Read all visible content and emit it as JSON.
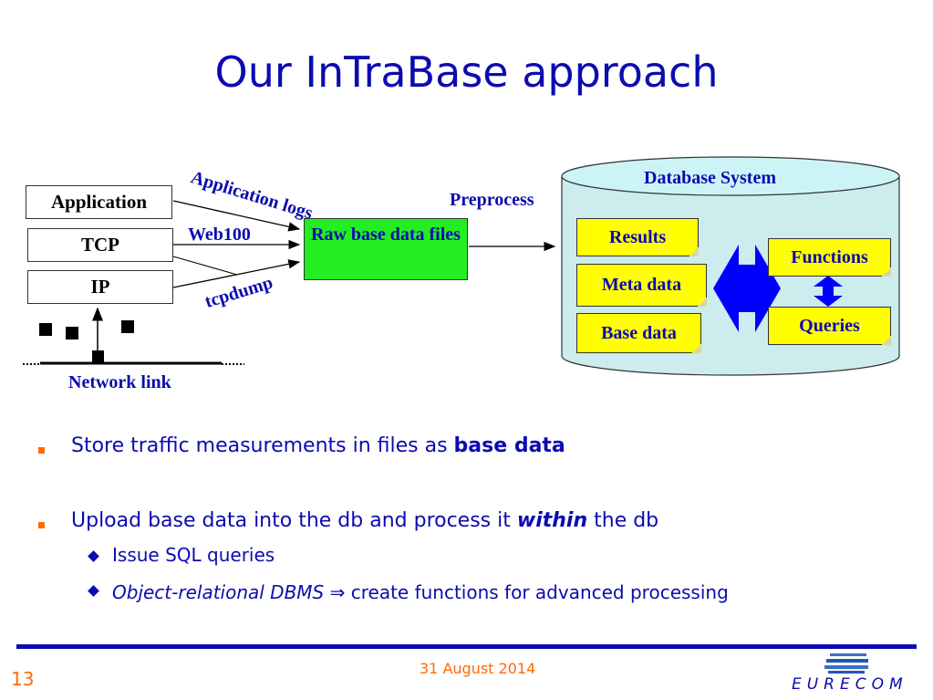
{
  "slide": {
    "title": "Our InTraBase approach",
    "page_number": "13",
    "date": "31 August 2014",
    "logo": "EURECOM"
  },
  "diagram": {
    "stack": [
      "Application",
      "TCP",
      "IP"
    ],
    "network_link": "Network link",
    "arrow_labels": {
      "application_logs": "Application logs",
      "web100": "Web100",
      "tcpdump": "tcpdump",
      "preprocess": "Preprocess"
    },
    "raw_files": "Raw base data files",
    "database": {
      "title": "Database System",
      "left_items": [
        "Results",
        "Meta data",
        "Base data"
      ],
      "right_items": [
        "Functions",
        "Queries"
      ]
    }
  },
  "bullets": {
    "b1_text": "Store traffic measurements in files as ",
    "b1_bold": "base data",
    "b2_text": "Upload base data into the db and process it ",
    "b2_emph": "within",
    "b2_tail": " the db",
    "sub1": "Issue SQL queries",
    "sub2_italic": "Object-relational DBMS",
    "sub2_arrow": "⇒",
    "sub2_text": " create functions for advanced processing"
  },
  "colors": {
    "title_blue": "#0b0bb0",
    "accent_orange": "#ff6a00",
    "raw_files_green": "#22ee22",
    "note_yellow": "#ffff00",
    "db_fill": "#ccecee"
  }
}
